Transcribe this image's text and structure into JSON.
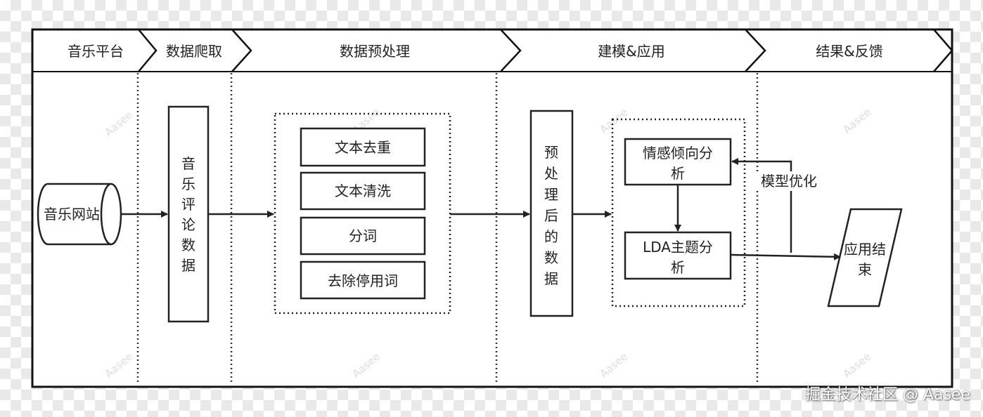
{
  "phases": [
    "音乐平台",
    "数据爬取",
    "数据预处理",
    "建模&应用",
    "结果&反馈"
  ],
  "nodes": {
    "music_site": "音乐网站",
    "music_comments": "音乐评论数据",
    "preprocess_steps": [
      "文本去重",
      "文本清洗",
      "分词",
      "去除停用词"
    ],
    "preprocessed_data": "预处理后的数据",
    "sentiment_analysis": [
      "情感倾向分",
      "析"
    ],
    "lda_analysis": [
      "LDA主题分",
      "析"
    ],
    "result": [
      "应用结",
      "束"
    ]
  },
  "edge_labels": {
    "model_optimization": "模型优化"
  },
  "watermark": "Aasee",
  "footer": "掘金技术社区 @ Aasee",
  "colors": {
    "line": "#222222",
    "text": "#222222",
    "background": "#ffffff",
    "watermark": "#dddddd"
  }
}
